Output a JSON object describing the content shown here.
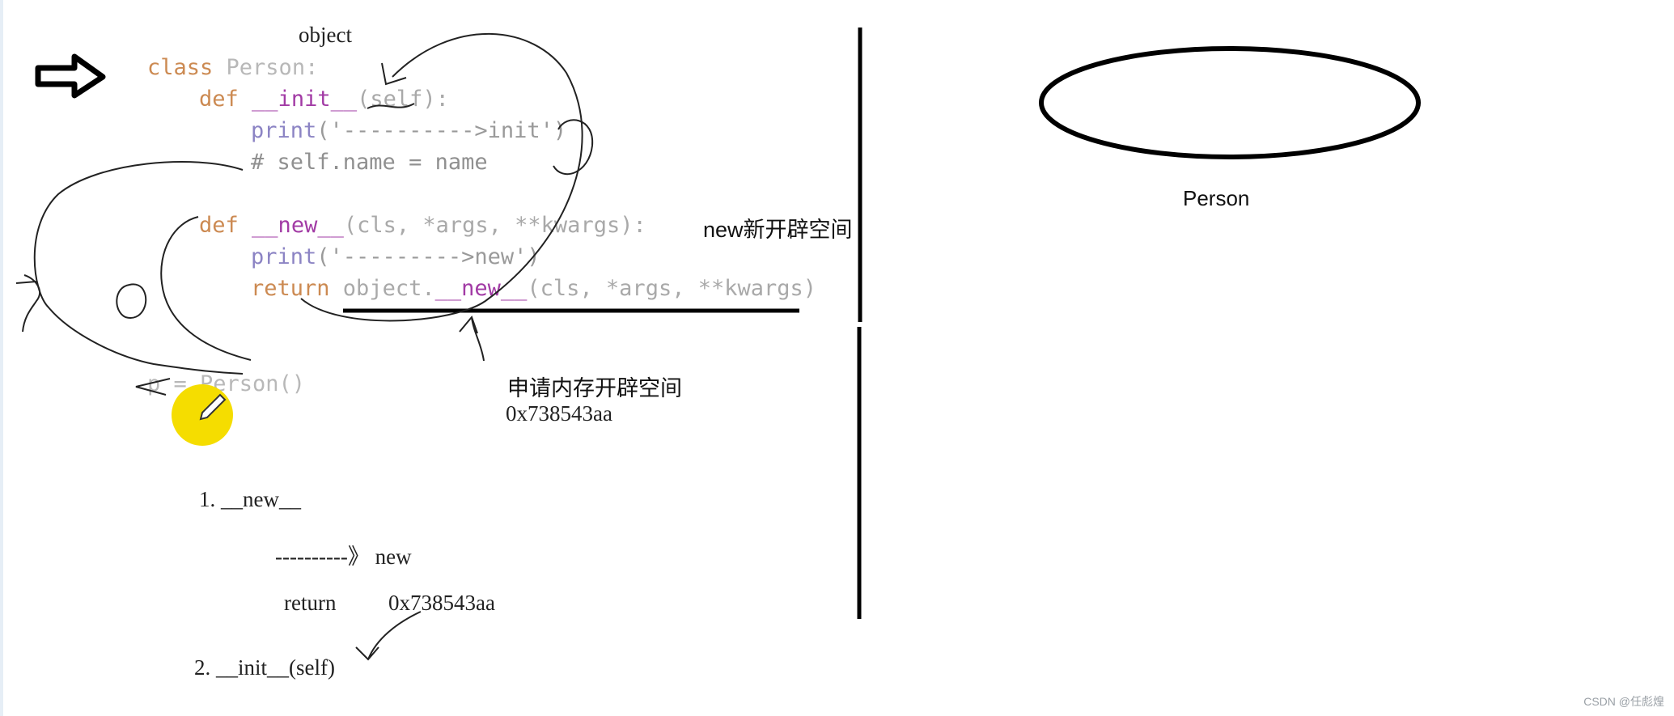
{
  "annotations": {
    "object_label": "object",
    "new_label": "new新开辟空间",
    "memory_label": "申请内存开辟空间",
    "address": "0x738543aa",
    "person_label": "Person"
  },
  "code": {
    "line1_kw": "class",
    "line1_name": " Person:",
    "line2_kw": "def",
    "line2_fn": "__init__",
    "line2_params": "(self):",
    "line3_builtin": "print",
    "line3_str": "('---------->init')",
    "line4_comment": "# self.name = name",
    "line5_kw": "def",
    "line5_fn": "__new__",
    "line5_params": "(cls, *args, **kwargs):",
    "line6_builtin": "print",
    "line6_str": "('--------->new')",
    "line7_kw": "return",
    "line7_obj": " object.",
    "line7_fn": "__new__",
    "line7_params": "(cls, *args, **kwargs)",
    "line8": "p = Person()"
  },
  "steps": {
    "step1": "1. __new__",
    "step1_detail": "----------》 new",
    "step1_return": "return",
    "step1_address": "0x738543aa",
    "step2": "2.  __init__(self)"
  },
  "footer": "CSDN @任彪煌",
  "colors": {
    "keyword": "#cc8a52",
    "function": "#a23ba5",
    "builtin": "#8c84c4",
    "highlight": "#f5dd00"
  },
  "icons": {
    "arrow": "right-arrow-outline-icon",
    "pencil": "pencil-icon"
  }
}
